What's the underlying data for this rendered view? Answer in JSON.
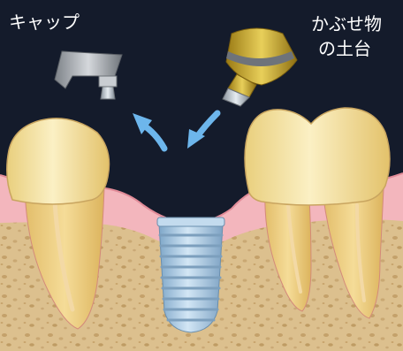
{
  "labels": {
    "cap": "キャップ",
    "abutment_line1": "かぶせ物",
    "abutment_line2": "の土台"
  },
  "colors": {
    "background": "#121a2b",
    "gum": "#f4b8bf",
    "bone": "#d9bd8a",
    "tooth": "#f7e6a6",
    "implant": "#a8c9e4",
    "gold": "#c9a52a",
    "cap_metal": "#9ea3a8",
    "arrow": "#6fb8ec"
  }
}
